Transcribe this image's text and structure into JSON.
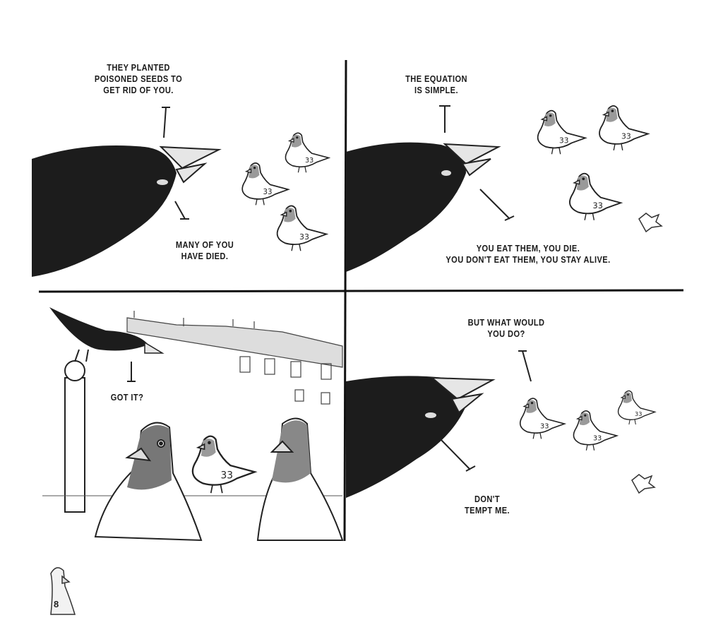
{
  "page_number": "8",
  "panels": [
    {
      "bubbles": [
        "THEY PLANTED\nPOISONED SEEDS TO\nGET RID OF YOU.",
        "MANY OF YOU\nHAVE DIED."
      ]
    },
    {
      "bubbles": [
        "THE EQUATION\nIS SIMPLE.",
        "YOU EAT THEM, YOU DIE.\nYOU DON'T EAT THEM, YOU STAY ALIVE."
      ]
    },
    {
      "bubbles": [
        "GOT IT?"
      ]
    },
    {
      "bubbles": [
        "BUT WHAT WOULD\nYOU DO?",
        "DON'T\nTEMPT ME."
      ]
    }
  ],
  "colors": {
    "ink": "#1a1a1a",
    "paper": "#ffffff",
    "beak": "#e6e6e6",
    "pigeon_shade": "#9a9a9a"
  }
}
